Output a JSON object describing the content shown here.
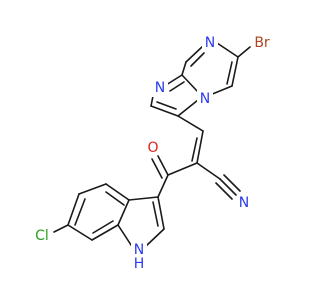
{
  "molecule": {
    "atoms": {
      "n_pyrazine": "N",
      "n_bridgehead": "N",
      "n_imidazole": "N",
      "bromine": "Br",
      "oxygen": "O",
      "n_nitrile": "N",
      "chlorine": "Cl",
      "indole_n": "N",
      "indole_h": "H"
    },
    "colors": {
      "bond": "#1a1a1a",
      "nitrogen": "#2a3af0",
      "oxygen": "#e02020",
      "bromine": "#b0441f",
      "chlorine": "#27a01f",
      "background": "#ffffff"
    }
  }
}
